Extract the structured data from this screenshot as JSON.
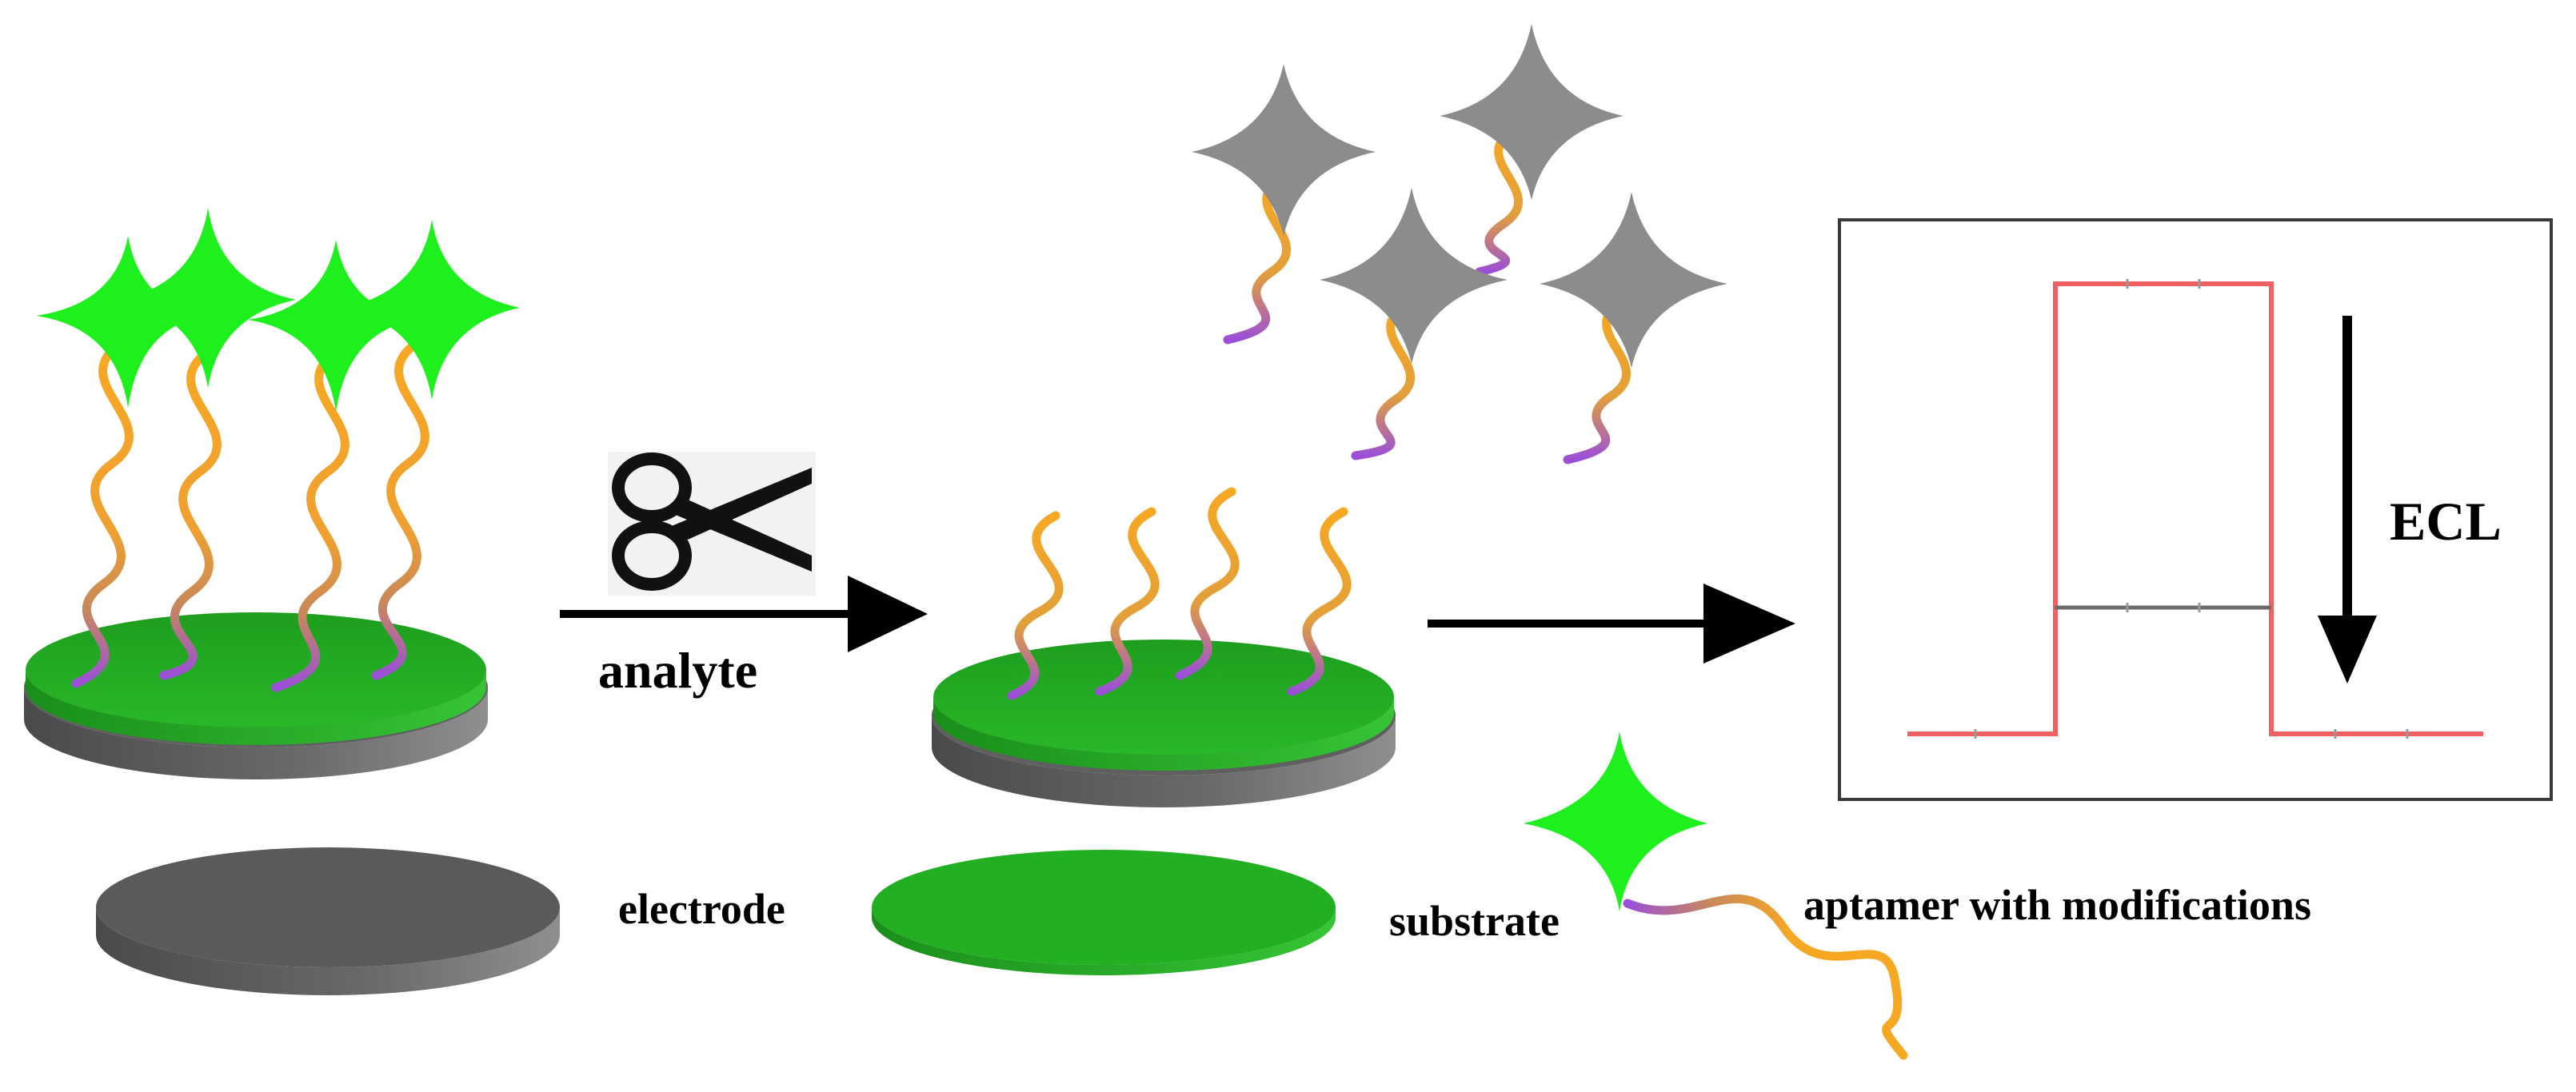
{
  "labels": {
    "analyte": "analyte",
    "ecl": "ECL",
    "electrode": "electrode",
    "substrate": "substrate",
    "aptamer": "aptamer with modifications"
  },
  "icons": {
    "cut": "scissors-icon",
    "signal_probe": "four-point-star-icon",
    "aptamer": "wavy-strand-icon"
  },
  "colors": {
    "star_active": "#1ef01e",
    "star_released": "#8c8c8c",
    "strand_top": "#f7a823",
    "strand_bottom": "#9b4fd8",
    "substrate": "#22b022",
    "electrode": "#5a5a5a",
    "signal_high": "#f06060",
    "signal_low": "#6b6b6b"
  },
  "ecl_plot": {
    "signal_before": "high",
    "signal_after": "low",
    "trend": "decrease"
  }
}
